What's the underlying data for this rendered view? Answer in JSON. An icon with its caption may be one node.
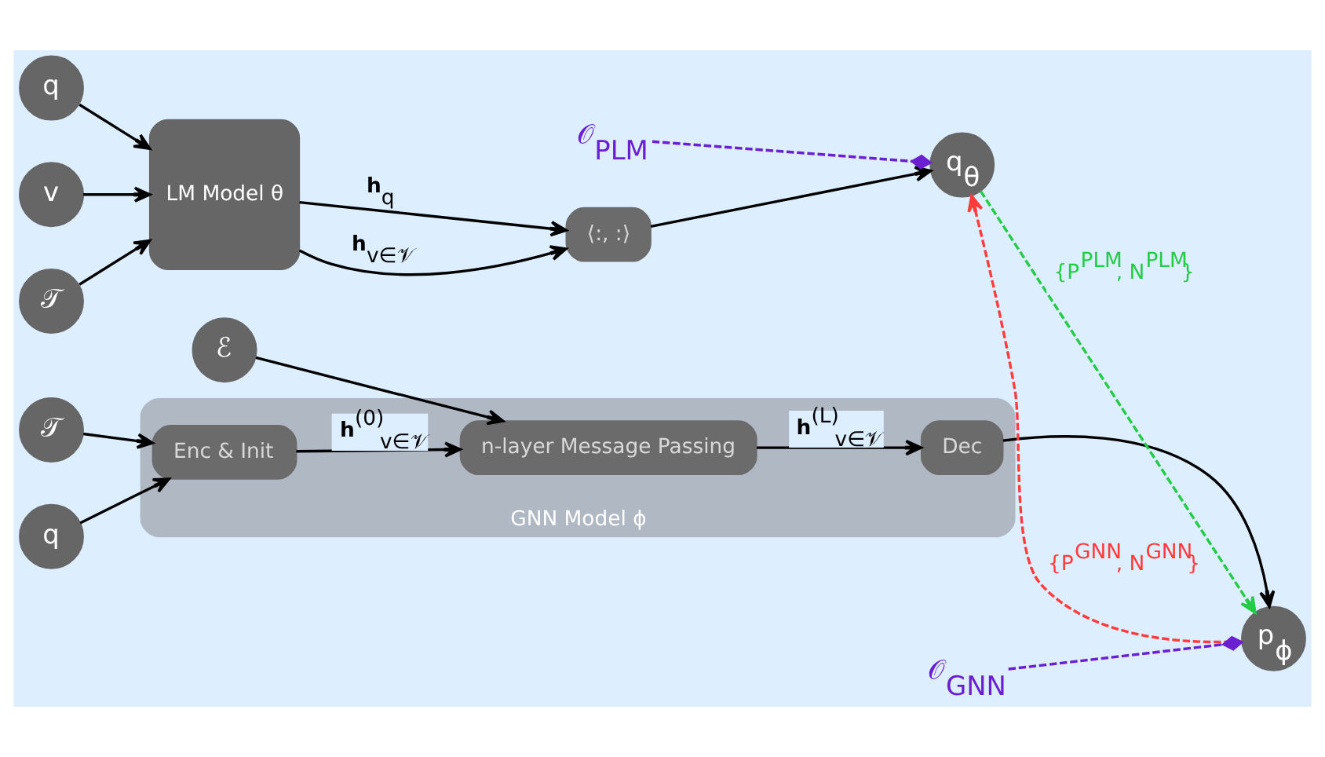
{
  "diagram": {
    "nodes": [
      {
        "text": [
          "ℰ"
        ]
      },
      {
        "text": [
          "q"
        ]
      },
      {
        "text": [
          "𝒯"
        ]
      },
      {
        "text": [
          "GNN Model ϕ"
        ]
      },
      {
        "text": [
          "Enc & Init"
        ],
        "in": 3
      },
      {
        "text": [
          "n-layer Message Passing"
        ],
        "in": 3
      },
      {
        "text": [
          "Dec"
        ],
        "in": 3
      },
      {
        "text": [
          "p$_{ϕ}$"
        ]
      },
      {
        "text": [
          "𝒪$_{GNN}$"
        ]
      },
      {
        "text": [
          "𝒯"
        ]
      },
      {
        "text": [
          "q"
        ]
      },
      {
        "text": [
          "v"
        ]
      },
      {
        "text": [
          "LM Model θ"
        ]
      },
      {
        "text": [
          "⟨:, :⟩"
        ]
      },
      {
        "text": [
          "q$_{θ}$"
        ]
      },
      {
        "text": [
          "𝒪$_{PLM}$"
        ]
      }
    ],
    "edges": [
      {
        "from": 0,
        "to": 5,
        "arrow": "to"
      },
      {
        "from": 1,
        "to": 4,
        "arrow": "to"
      },
      {
        "from": 2,
        "to": 4,
        "arrow": "to"
      },
      {
        "from": 4,
        "to": 5,
        "arrow": "to",
        "label": "**h**$^{(0)}$$_{v∈𝒱}$"
      },
      {
        "from": 5,
        "to": 6,
        "arrow": "to",
        "label": "**h**$^{(L)}$$_{v∈𝒱}$"
      },
      {
        "from": 6,
        "to": 7,
        "arrow": "to"
      },
      {
        "from": 8,
        "to": 7,
        "arrow": "other",
        "style": "dashed",
        "color": "#6a1fd0"
      },
      {
        "from": 9,
        "to": 12,
        "arrow": "to"
      },
      {
        "from": 10,
        "to": 12,
        "arrow": "to"
      },
      {
        "from": 11,
        "to": 12,
        "arrow": "to"
      },
      {
        "from": 12,
        "to": 13,
        "arrow": "to",
        "label": "**h**$_{q}$"
      },
      {
        "from": 12,
        "to": 13,
        "arrow": "to",
        "label": "**h**$_{v∈𝒱}$"
      },
      {
        "from": 13,
        "to": 14,
        "arrow": "to"
      },
      {
        "from": 14,
        "to": 7,
        "arrow": "to",
        "style": "dashed",
        "color": "#22cc44",
        "label": "{P$^{PLM}$, N$^{PLM}$}"
      },
      {
        "from": 7,
        "to": 14,
        "arrow": "to",
        "style": "dashed",
        "color": "#ff3b3b",
        "label": "{P$^{GNN}$, N$^{GNN}$}"
      },
      {
        "from": 15,
        "to": 14,
        "arrow": "other",
        "style": "dashed",
        "color": "#6a1fd0"
      }
    ]
  }
}
